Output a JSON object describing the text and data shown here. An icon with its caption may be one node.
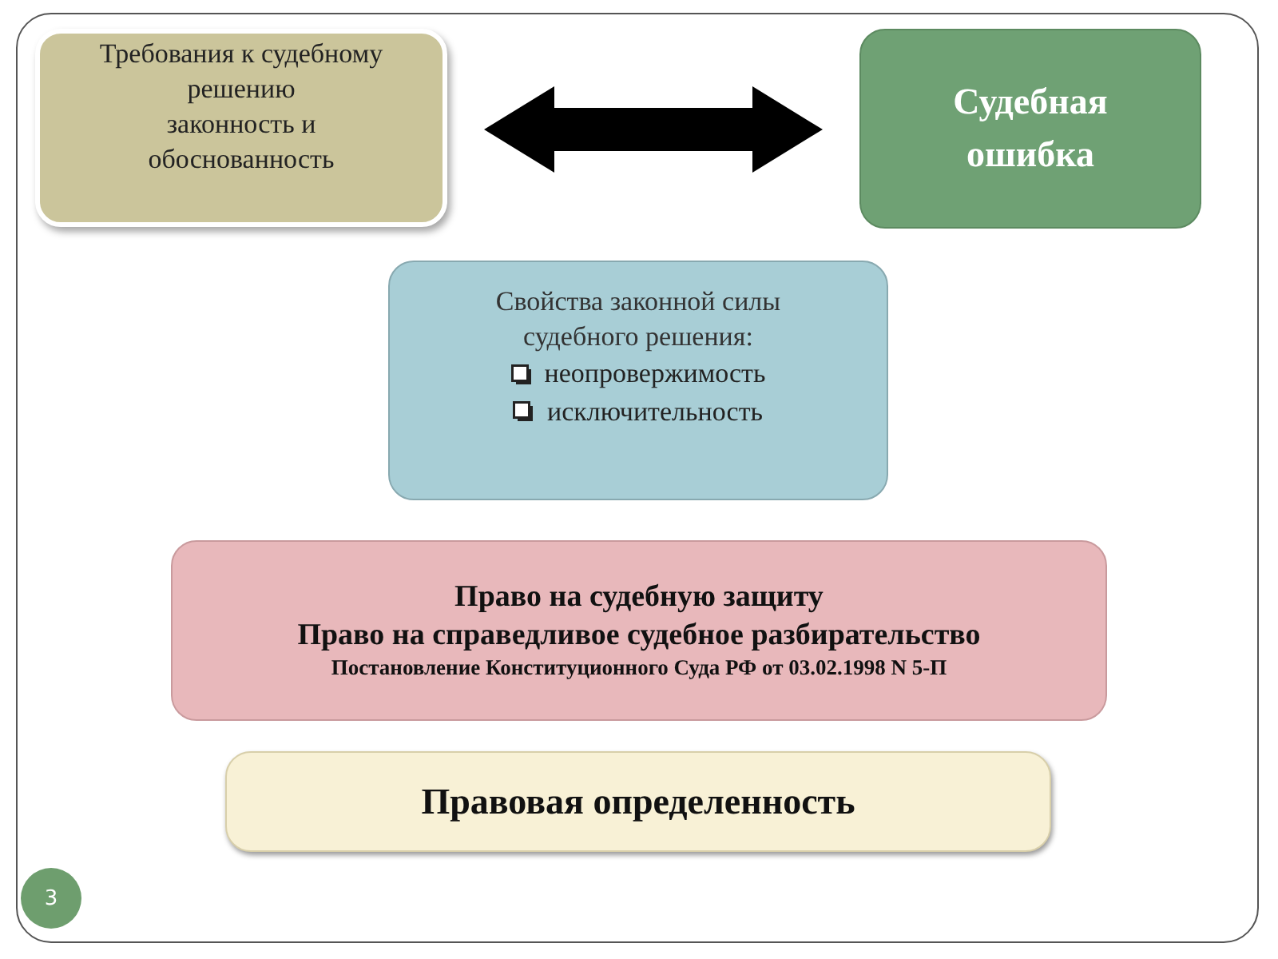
{
  "diagram": {
    "nodes": [
      {
        "text": [
          "Требования к судебному решению",
          "законность и обоснованность"
        ]
      },
      {
        "text": [
          "Судебная ошибка"
        ]
      },
      {
        "text": [
          "Свойства законной силы судебного решения:",
          "неопровержимость",
          "исключительность"
        ]
      },
      {
        "text": [
          "Право на судебную защиту",
          "Право на справедливое судебное разбирательство",
          "Постановление Конституционного Суда РФ от 03.02.1998 N 5-П"
        ]
      },
      {
        "text": [
          "Правовая определенность"
        ]
      },
      {
        "text": [
          "3"
        ]
      }
    ],
    "edges": [
      {
        "from": 0,
        "to": 1,
        "arrow": "both"
      }
    ]
  }
}
